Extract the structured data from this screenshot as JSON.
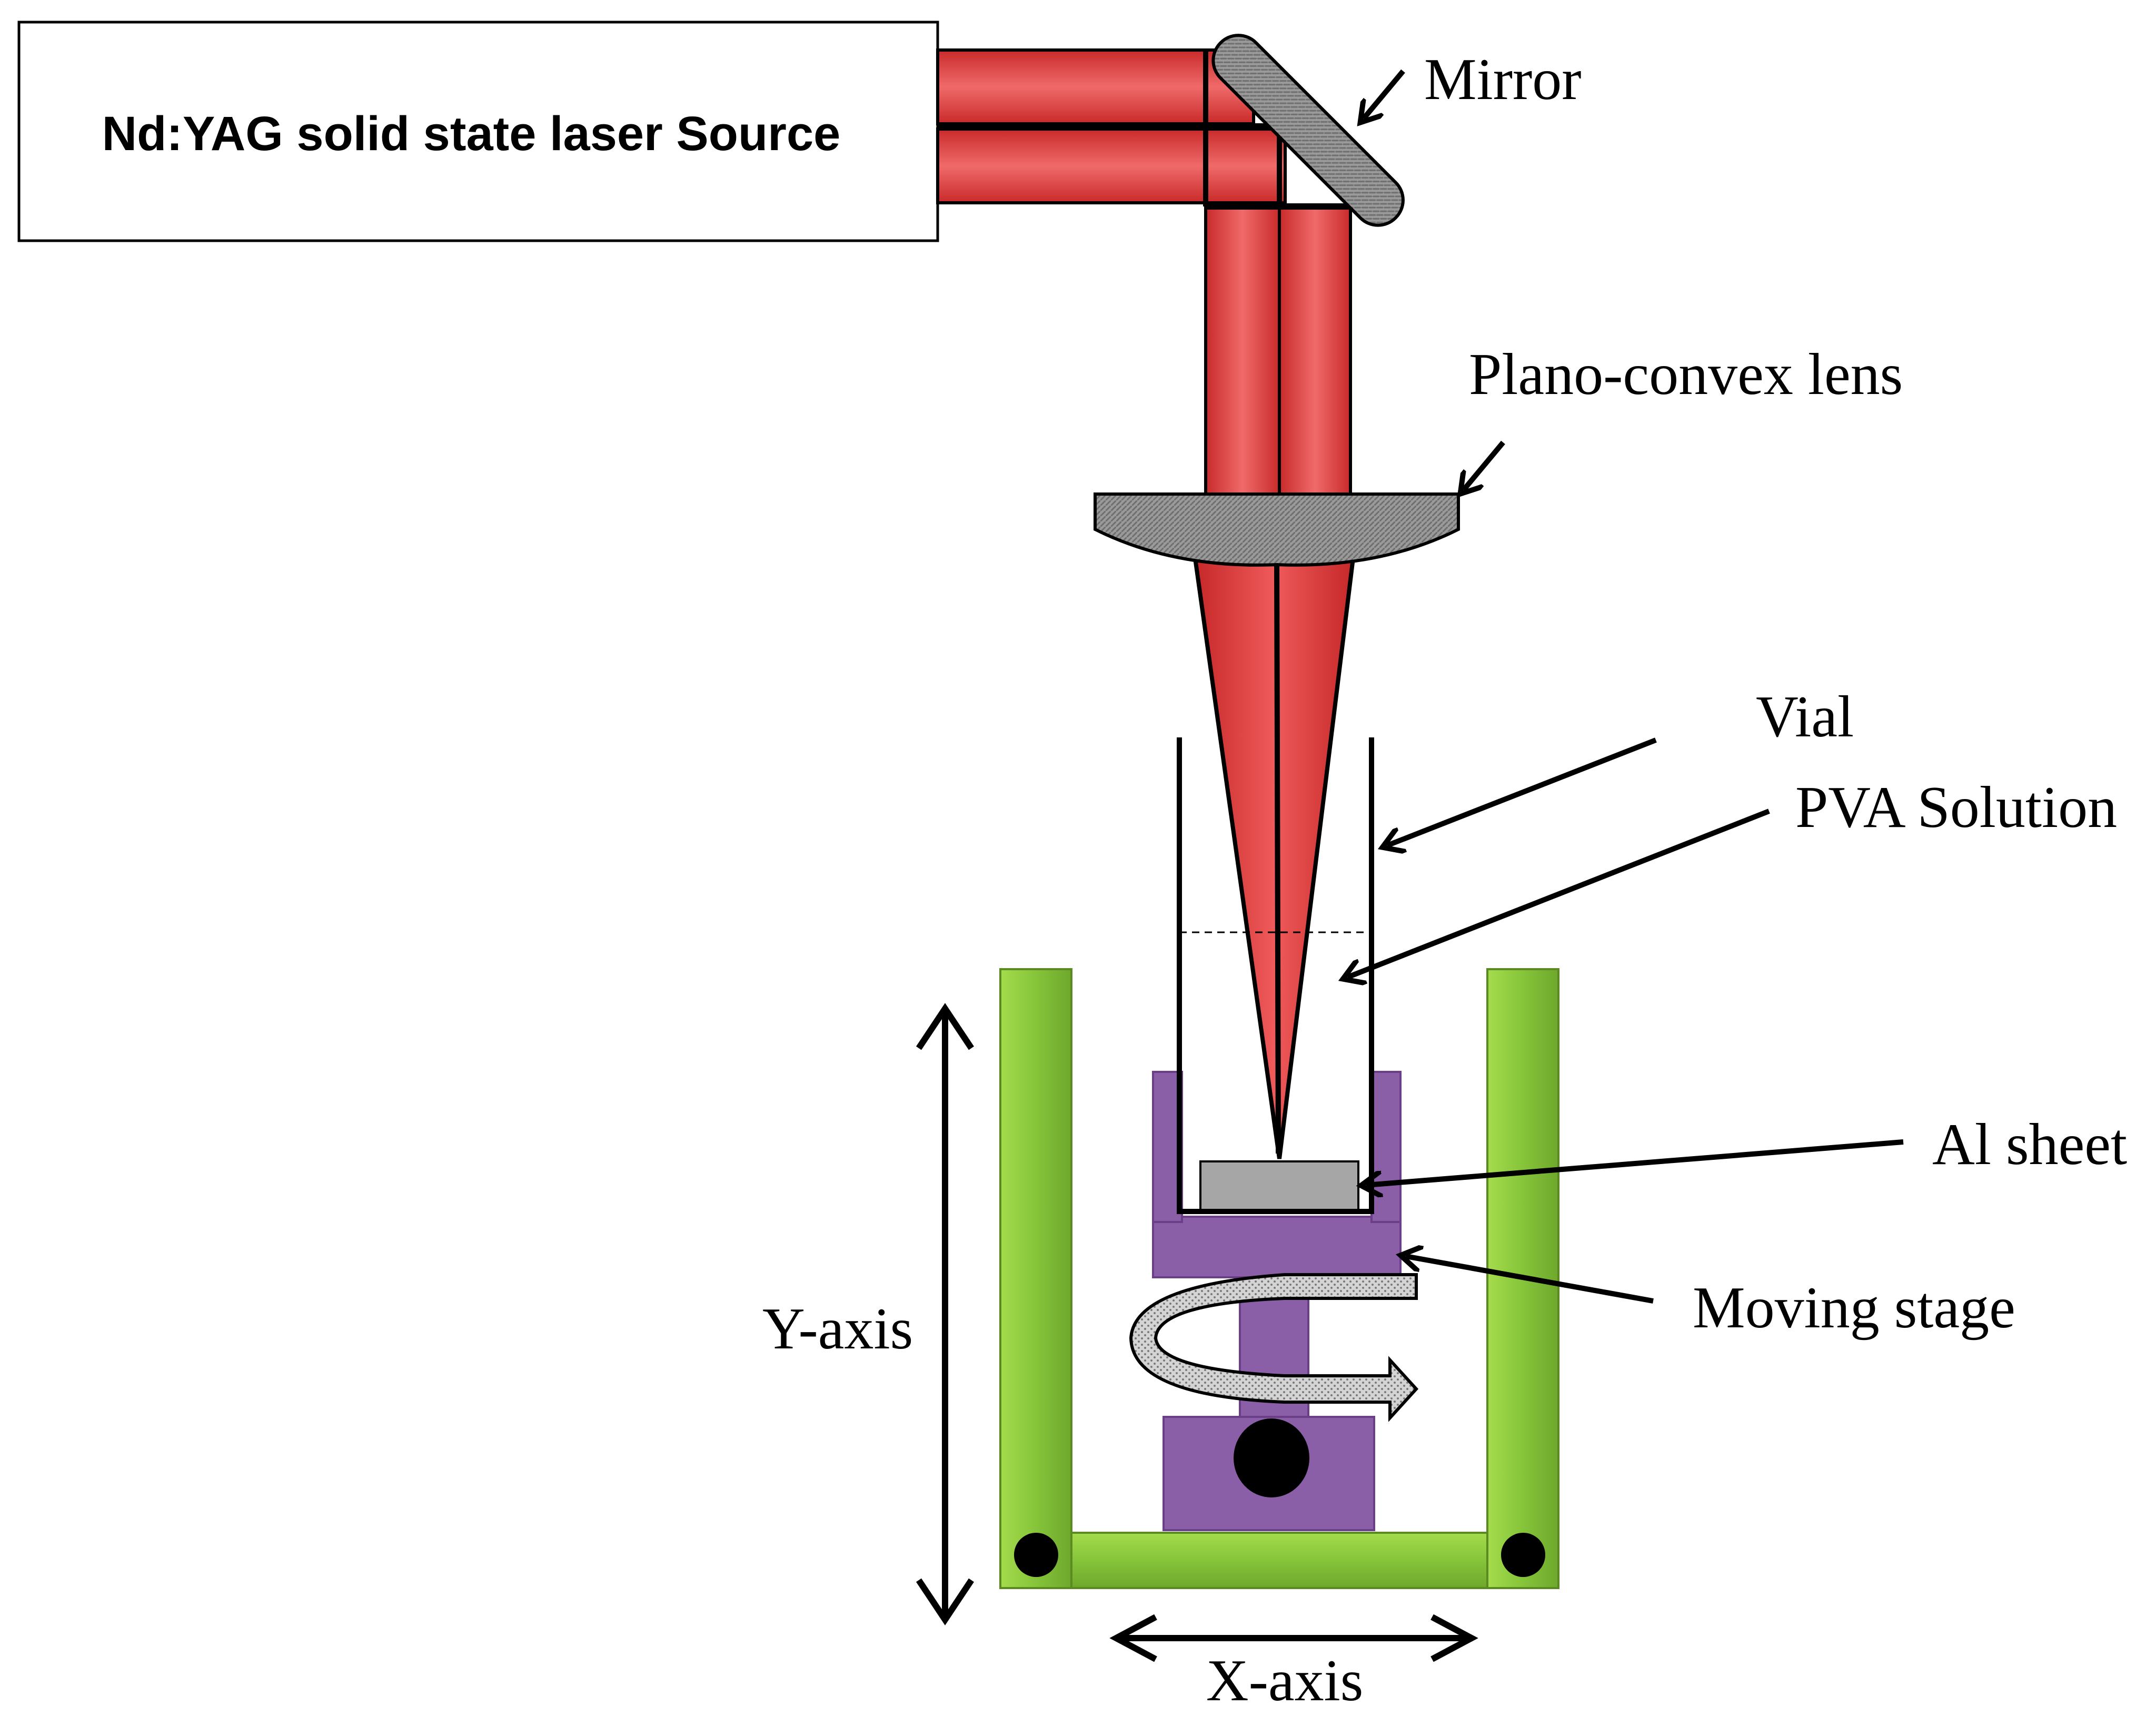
{
  "source": {
    "label": "Nd:YAG solid state laser Source"
  },
  "labels": {
    "mirror": "Mirror",
    "lens": "Plano-convex lens",
    "vial": "Vial",
    "solution": "PVA Solution",
    "sheet": "Al sheet",
    "stage": "Moving stage",
    "y_axis": "Y-axis",
    "x_axis": "X-axis"
  },
  "colors": {
    "laser_beam": "#e23a3a",
    "laser_beam_dark": "#b91c1c",
    "mirror_lens_fill": "#8e8e8e",
    "al_sheet": "#a6a6a6",
    "stage_purple": "#8a5fa8",
    "frame_green": "#8bc83c",
    "outline": "#000000"
  }
}
